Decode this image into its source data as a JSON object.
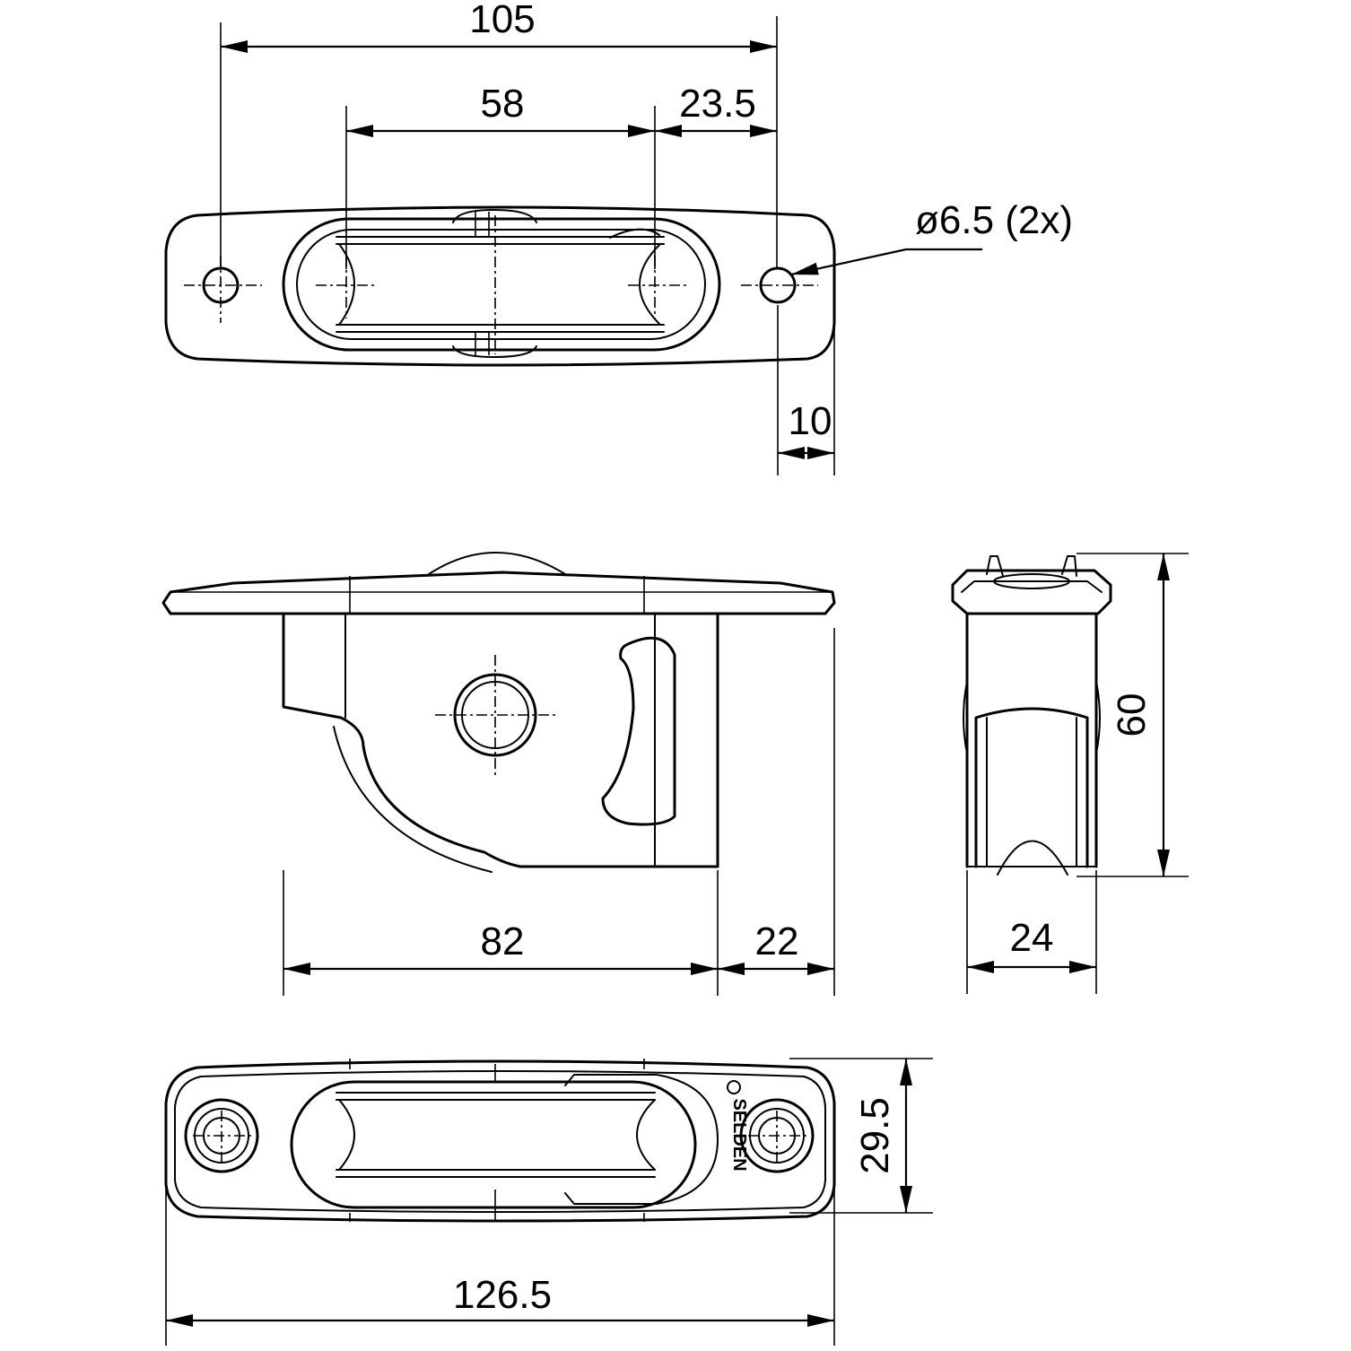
{
  "dimensions": {
    "top_overall_hole_spacing": "105",
    "top_sheave_slot": "58",
    "top_hole_to_slot": "23.5",
    "hole_callout": "ø6.5 (2x)",
    "top_edge_offset": "10",
    "side_body_length": "82",
    "side_body_offset": "22",
    "end_height": "60",
    "end_width": "24",
    "bottom_width": "29.5",
    "bottom_overall_length": "126.5"
  },
  "brand_mark": "SELDEN",
  "colors": {
    "line": "#000000",
    "background": "#ffffff"
  }
}
